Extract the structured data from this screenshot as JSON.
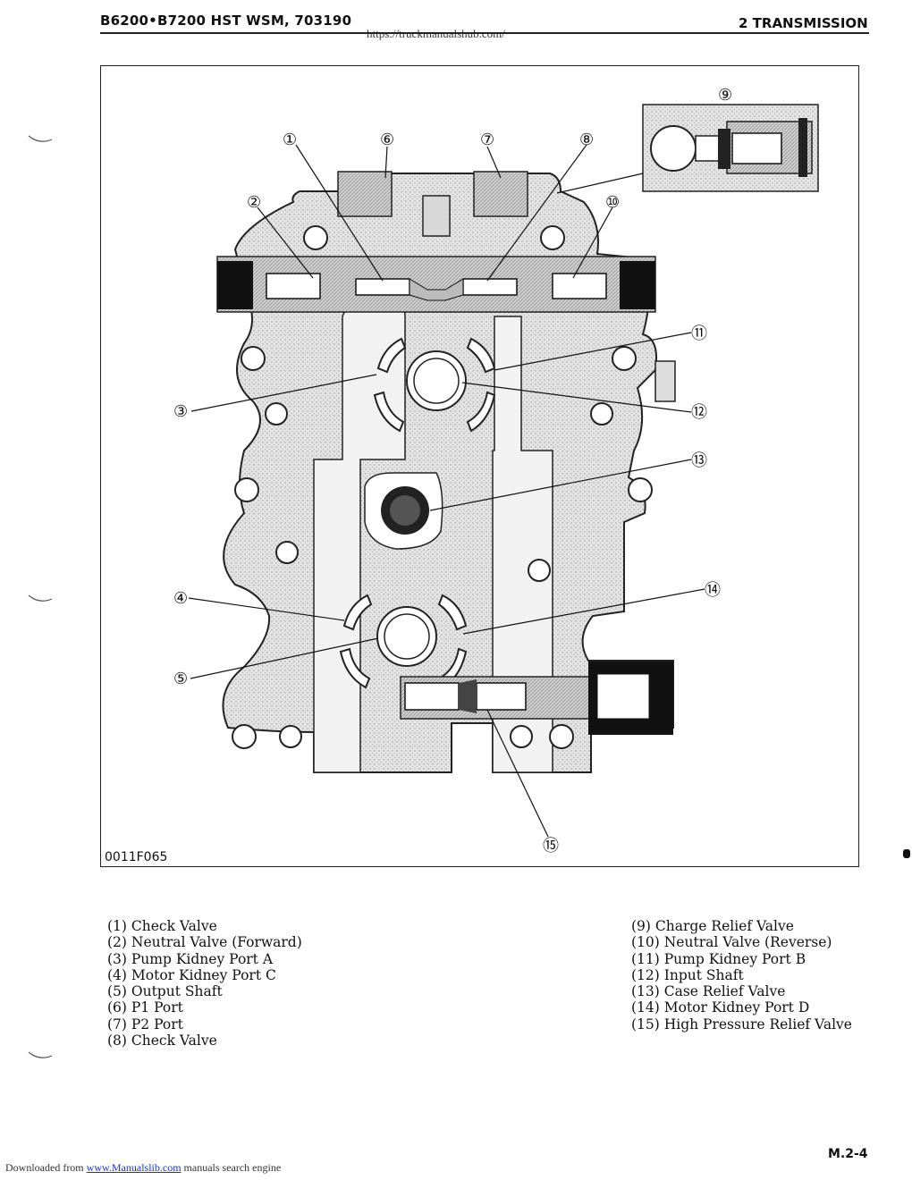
{
  "header": {
    "left": "B6200•B7200 HST WSM, 703190",
    "url": "https://truckmanualshub.com/",
    "right": "2 TRANSMISSION"
  },
  "figure": {
    "code": "0011F065",
    "callouts": [
      "①",
      "②",
      "③",
      "④",
      "⑤",
      "⑥",
      "⑦",
      "⑧",
      "⑨",
      "⑩",
      "⑪",
      "⑫",
      "⑬",
      "⑭",
      "⑮"
    ]
  },
  "legend": {
    "left": [
      "(1) Check Valve",
      "(2) Neutral Valve (Forward)",
      "(3) Pump Kidney Port A",
      "(4) Motor Kidney Port C",
      "(5) Output Shaft",
      "(6) P1 Port",
      "(7) P2 Port",
      "(8) Check Valve"
    ],
    "right": [
      "(9) Charge Relief Valve",
      "(10) Neutral Valve (Reverse)",
      "(11) Pump Kidney Port B",
      "(12) Input Shaft",
      "(13) Case Relief Valve",
      "(14) Motor Kidney Port D",
      "(15) High Pressure Relief Valve"
    ]
  },
  "page_number": "M.2-4",
  "footer": {
    "prefix": "Downloaded from ",
    "link": "www.Manualslib.com",
    "suffix": " manuals search engine"
  }
}
